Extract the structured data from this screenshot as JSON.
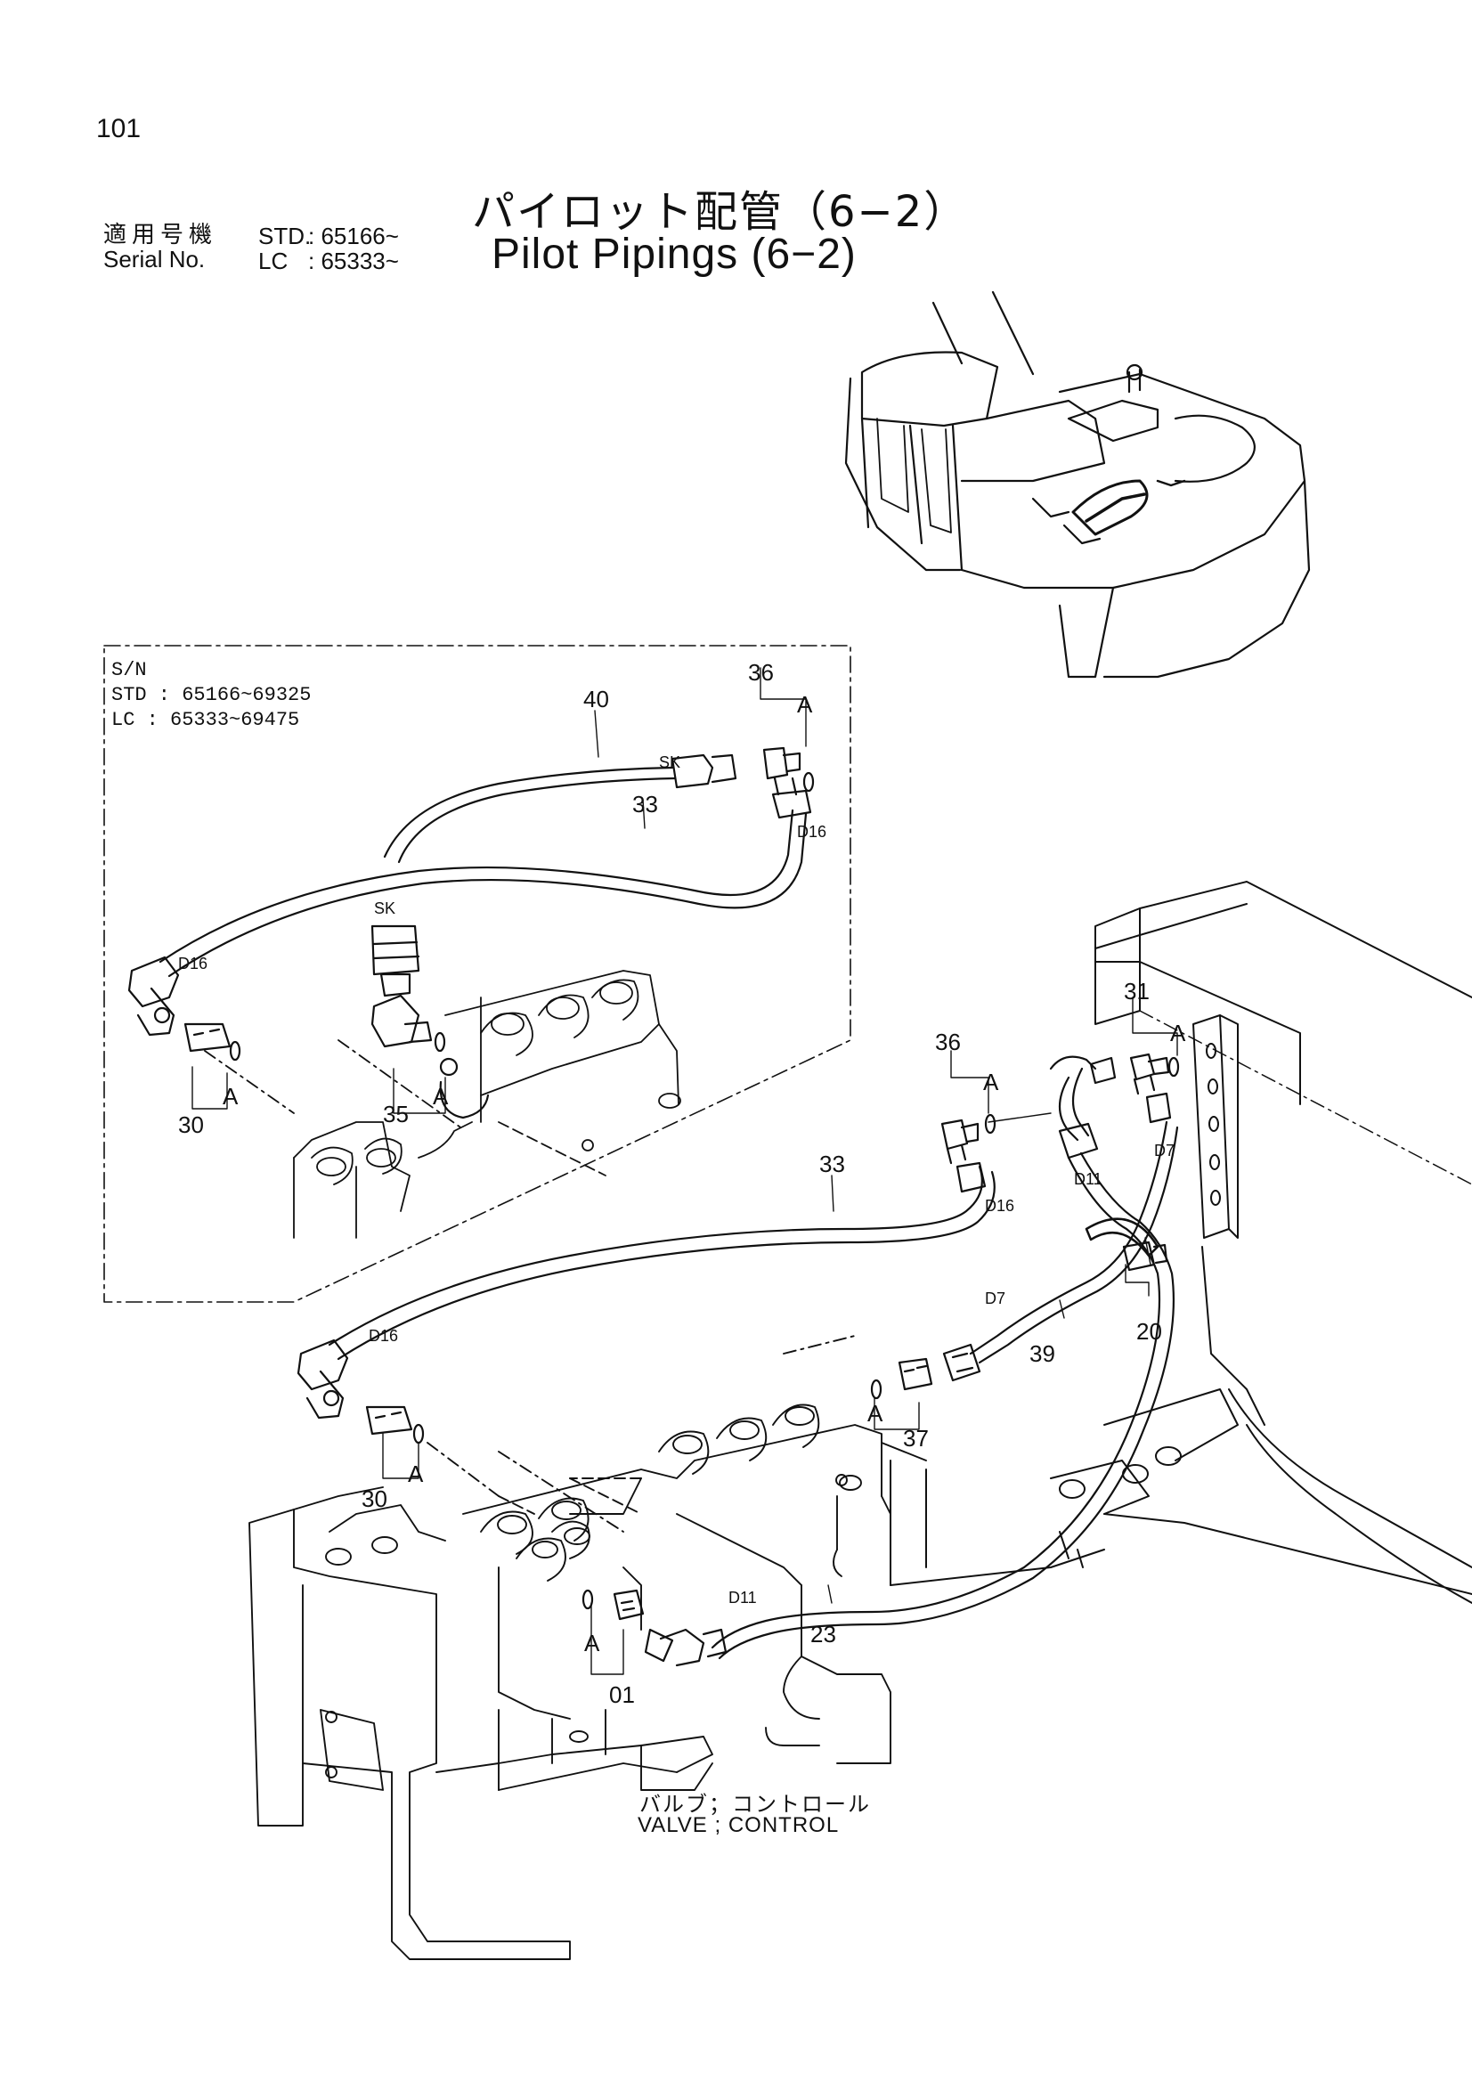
{
  "page_number": "101",
  "title": {
    "japanese": "パイロット配管（6−2）",
    "english": "Pilot Pipings (6−2)"
  },
  "serial": {
    "label_jp": "適用号機",
    "label_en": "Serial No.",
    "std_label": "STD.",
    "std_value": ": 65166~",
    "lc_label": "LC",
    "lc_value": ": 65333~"
  },
  "inset": {
    "sn_label": "S/N",
    "std_range": "STD : 65166~69325",
    "lc_range": "LC   : 65333~69475",
    "callouts": [
      "40",
      "36",
      "A",
      "33",
      "SK",
      "D16",
      "SK",
      "D16",
      "30",
      "A",
      "35",
      "A"
    ]
  },
  "main": {
    "callouts": [
      "31",
      "A",
      "36",
      "A",
      "D7",
      "D11",
      "33",
      "D16",
      "20",
      "D7",
      "39",
      "D16",
      "30",
      "A",
      "A",
      "37",
      "D11",
      "23",
      "A",
      "01"
    ]
  },
  "valve_label": {
    "japanese": "バルブ；コントロール",
    "english": "VALVE ; CONTROL"
  }
}
